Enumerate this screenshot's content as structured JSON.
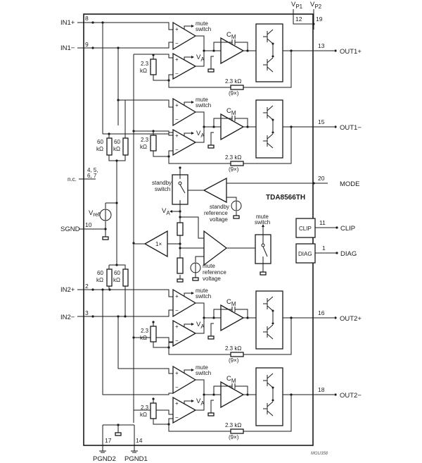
{
  "diagram": {
    "chip_name": "TDA8566TH",
    "figure_code": "MGU358",
    "supply_pins": [
      {
        "label": "V",
        "sub": "P1",
        "pin": "12"
      },
      {
        "label": "V",
        "sub": "P2",
        "pin": "19"
      }
    ],
    "inputs": [
      {
        "label": "IN1+",
        "pin": "8"
      },
      {
        "label": "IN1−",
        "pin": "9"
      },
      {
        "label": "IN2+",
        "pin": "2"
      },
      {
        "label": "IN2−",
        "pin": "3"
      }
    ],
    "outputs": [
      {
        "label": "OUT1+",
        "pin": "13"
      },
      {
        "label": "OUT1−",
        "pin": "15"
      },
      {
        "label": "OUT2+",
        "pin": "16"
      },
      {
        "label": "OUT2−",
        "pin": "18"
      }
    ],
    "control_pins": {
      "mode": {
        "label": "MODE",
        "pin": "20"
      },
      "clip": {
        "label": "CLIP",
        "pin": "11",
        "block": "CLIP"
      },
      "diag": {
        "label": "DIAG",
        "pin": "1",
        "block": "DIAG"
      },
      "sgnd": {
        "label": "SGND",
        "pin": "10"
      },
      "nc": {
        "label": "n.c.",
        "pins_line1": "4, 5,",
        "pins_line2": "6, 7"
      },
      "pgnd2": {
        "label": "PGND2",
        "pin": "17"
      },
      "pgnd1": {
        "label": "PGND1",
        "pin": "14"
      }
    },
    "labels": {
      "mute_switch_1": "mute",
      "mute_switch_2": "switch",
      "va": "V",
      "va_sub": "A",
      "cm": "C",
      "cm_sub": "M",
      "r_23_1": "2.3",
      "r_23_2": "kΩ",
      "r_fb": "2.3 kΩ",
      "r_fb_mult": "(9×)",
      "r_60_1": "60",
      "r_60_2": "kΩ",
      "vref": "V",
      "vref_sub": "ref",
      "standby_switch_1": "standby",
      "standby_switch_2": "switch",
      "standby_ref_1": "standby",
      "standby_ref_2": "reference",
      "standby_ref_3": "voltage",
      "mute_ref_1": "mute",
      "mute_ref_2": "reference",
      "mute_ref_3": "voltage",
      "buffer": "1×",
      "opamp_plus": "+",
      "opamp_minus": "−"
    }
  }
}
